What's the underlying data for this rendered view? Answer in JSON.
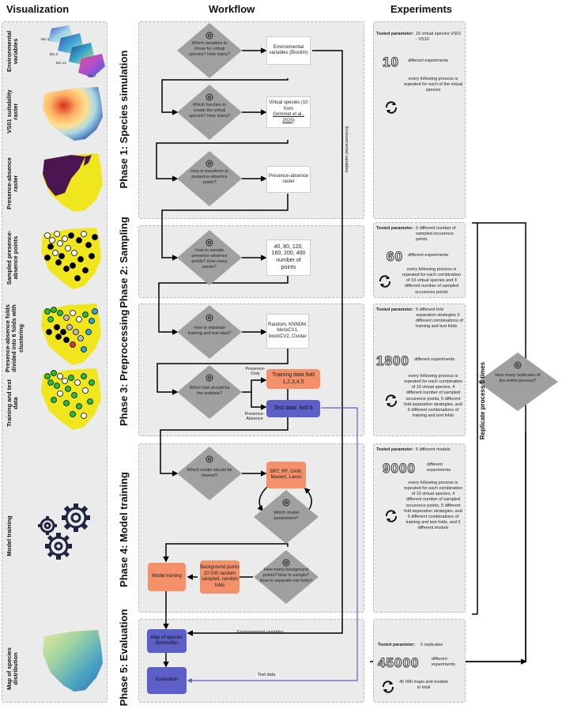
{
  "headers": {
    "visualization": "Visualization",
    "workflow": "Workflow",
    "experiments": "Experiments"
  },
  "visualization": {
    "labels": [
      "Environmental variables",
      "VS01 suitability raster",
      "Presence-absence raster",
      "Sampled presence-absence points",
      "Presence-absence folds divided into 6 folds with clustering",
      "Training and test data",
      "Model training",
      "Map of species distribution"
    ],
    "bio_labels": [
      "Bio 1",
      "Bio 2",
      "Bio 12",
      "Bio 7"
    ]
  },
  "phases": [
    "Phase 1: Species simulation",
    "Phase 2: Sampling",
    "Phase 3: Preprocessing",
    "Phase 4: Model training",
    "Phase 5: Evaluation"
  ],
  "workflow": {
    "p1_d1": "Which variables to chose for virtual species? How many?",
    "p1_b1": "Environmental variables (Bioclim)",
    "p1_d2": "Which function to create the virtual species? How many?",
    "p1_b2a": "Virtual species (10 from",
    "p1_b2b": "Grimmet et al., 2020)",
    "p1_d3": "How to transform to presence-absence raster?",
    "p1_b3": "Presence-absence raster",
    "p2_d1": "How to sample presence-absence points? How many points?",
    "p2_b1": "40, 80, 120, 160, 200, 400 number of points",
    "p3_d1": "How to separate training and test data?",
    "p3_b1": "Random, KNNDM, blockCV1, blockCV2, Cluster",
    "p3_d2": "Which fold should be the testdata?",
    "p3_po": "Presence-Only",
    "p3_pa": "Presence-Absence",
    "p3_train": "Training data fold 1,2,3,4,5",
    "p3_test": "Test data: fold 6",
    "p4_d1": "Which model should be trained?",
    "p4_models": "BRT, RF, GAM, Maxent, Lasso",
    "p4_d2": "Which model parameters?",
    "p4_d3": "How many background points? How to sample? How to separate into folds?",
    "p4_bg": "Background points 10 000 random sampled, random folds",
    "p4_mt": "Model training",
    "p5_map": "Map of species distribution",
    "p5_eval": "Evaluation",
    "env_vars_vertical": "Environmental variables",
    "env_vars_horizontal": "Environmental variables",
    "test_data": "Test data"
  },
  "experiments": {
    "tested_parameter_label": "Tested parameter:",
    "e1": {
      "param": "10 virtual species VS01 - VS10",
      "num": "10",
      "num_text": "different experiments",
      "repeat": "every following process is repeated for each of the virtual species"
    },
    "e2": {
      "param": "6 different number of sampled occurence points",
      "num": "60",
      "num_text": "different experiments",
      "repeat": "every following process is repeated for each combination of 10 virtual species and 4 different number of sampled occurence points"
    },
    "e3": {
      "param": "5 different fold separation strategies 6 different combinations of training and test folds",
      "num": "1800",
      "num_text": "different experiments",
      "repeat": "every following process is repeated for each combination of 10 virtual species, 4 different number of sampled occurence points, 5 different fold separation strategies, and 6 different combinations of training and test folds"
    },
    "e4": {
      "param": "5 different models",
      "num": "9000",
      "num_text": "different experiments",
      "repeat": "every following process is repeated for each combination of 10 virtual species, 4 different number of sampled occurence points, 5 different fold separation strategies, and 6 different combinations of training and test folds, and 5 different models"
    },
    "e5": {
      "param": "5 replicates",
      "num": "45000",
      "num_text": "different experiments",
      "repeat": "45 000 maps and models in total"
    }
  },
  "replicate": {
    "label": "Replicate process 5 times",
    "question": "How many replicates of the entire process?"
  },
  "colors": {
    "panel": "#ebebeb",
    "diamond": "#a0a0a0",
    "orange": "#f4906a",
    "blue": "#5b5fc7"
  }
}
